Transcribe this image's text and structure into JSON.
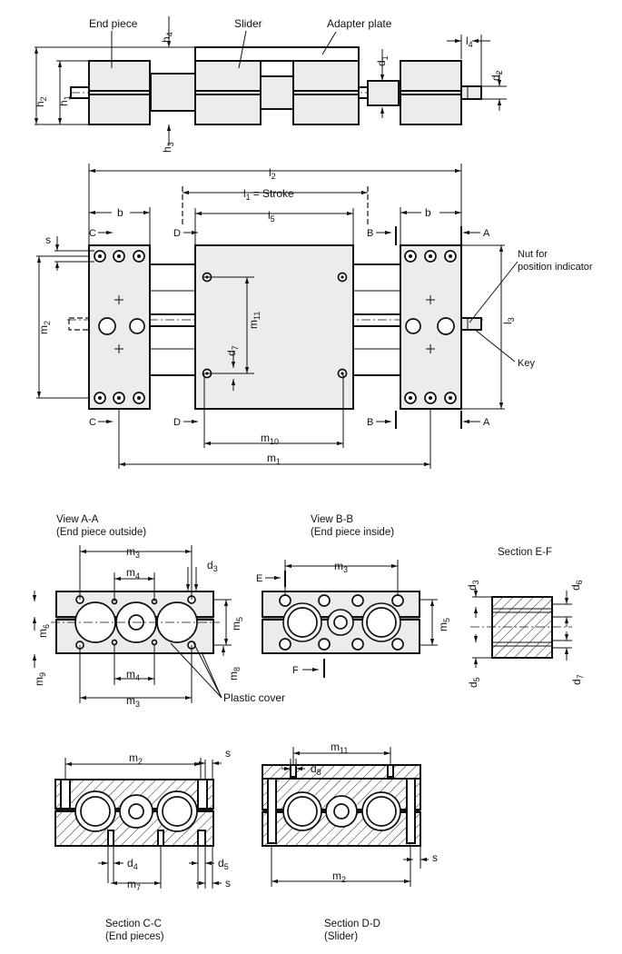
{
  "labels": {
    "end_piece": "End piece",
    "slider": "Slider",
    "adapter_plate": "Adapter plate",
    "stroke": "= Stroke",
    "nut_line1": "Nut for",
    "nut_line2": "position indicator",
    "key": "Key",
    "plastic_cover": "Plastic cover"
  },
  "titles": {
    "view_aa": "View A-A",
    "view_aa_sub": "(End piece outside)",
    "view_bb": "View B-B",
    "view_bb_sub": "(End piece inside)",
    "section_ef": "Section E-F",
    "section_cc": "Section C-C",
    "section_cc_sub": "(End pieces)",
    "section_dd": "Section D-D",
    "section_dd_sub": "(Slider)"
  },
  "dims": {
    "h": "h",
    "l": "l",
    "d": "d",
    "m": "m",
    "b": "b",
    "s": "s",
    "n1": "1",
    "n2": "2",
    "n3": "3",
    "n4": "4",
    "n5": "5",
    "n6": "6",
    "n7": "7",
    "n8": "8",
    "n9": "9",
    "n10": "10",
    "n11": "11"
  },
  "section_marks": {
    "a": "A",
    "b": "B",
    "c": "C",
    "d": "D",
    "e": "E",
    "f": "F"
  }
}
